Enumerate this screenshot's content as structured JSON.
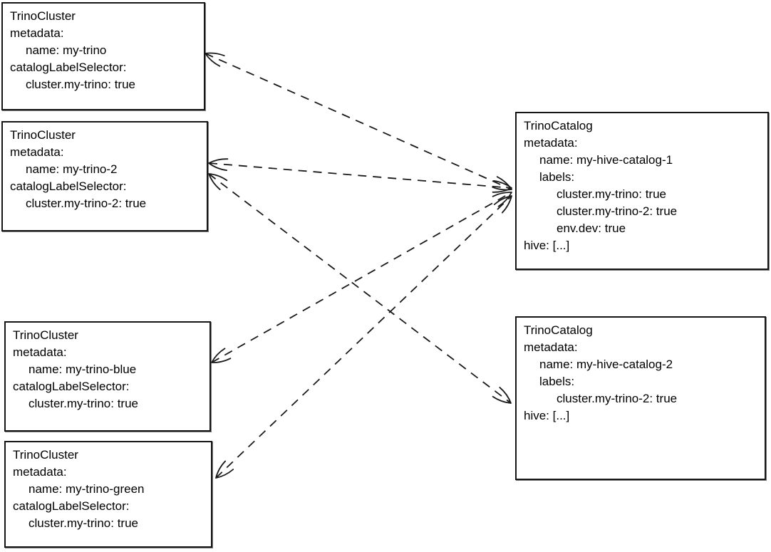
{
  "diagram": {
    "colors": {
      "stroke": "#1a1a1a",
      "text": "#000000",
      "background": "#ffffff"
    },
    "boxes": [
      {
        "id": "trino-cluster-my-trino",
        "lines": [
          "TrinoCluster",
          "metadata:",
          "name: my-trino",
          "catalogLabelSelector:",
          "cluster.my-trino: true"
        ]
      },
      {
        "id": "trino-cluster-my-trino-2",
        "lines": [
          "TrinoCluster",
          "metadata:",
          "name: my-trino-2",
          "catalogLabelSelector:",
          "cluster.my-trino-2: true"
        ]
      },
      {
        "id": "trino-cluster-my-trino-blue",
        "lines": [
          "TrinoCluster",
          "metadata:",
          "name: my-trino-blue",
          "catalogLabelSelector:",
          "cluster.my-trino: true"
        ]
      },
      {
        "id": "trino-cluster-my-trino-green",
        "lines": [
          "TrinoCluster",
          "metadata:",
          "name: my-trino-green",
          "catalogLabelSelector:",
          "cluster.my-trino: true"
        ]
      },
      {
        "id": "trino-catalog-my-hive-catalog-1",
        "lines": [
          "TrinoCatalog",
          "metadata:",
          "name: my-hive-catalog-1",
          "labels:",
          "cluster.my-trino: true",
          "cluster.my-trino-2: true",
          "env.dev: true",
          "hive: [...]"
        ]
      },
      {
        "id": "trino-catalog-my-hive-catalog-2",
        "lines": [
          "TrinoCatalog",
          "metadata:",
          "name: my-hive-catalog-2",
          "labels:",
          "cluster.my-trino-2: true",
          "hive: [...]"
        ]
      }
    ],
    "edges": [
      {
        "from": "my-trino",
        "to": "my-hive-catalog-1",
        "style": "dashed",
        "arrowheads": "both"
      },
      {
        "from": "my-trino-2",
        "to": "my-hive-catalog-1",
        "style": "dashed",
        "arrowheads": "both"
      },
      {
        "from": "my-trino-2",
        "to": "my-hive-catalog-2",
        "style": "dashed",
        "arrowheads": "both"
      },
      {
        "from": "my-trino-blue",
        "to": "my-hive-catalog-1",
        "style": "dashed",
        "arrowheads": "both"
      },
      {
        "from": "my-trino-green",
        "to": "my-hive-catalog-1",
        "style": "dashed",
        "arrowheads": "both"
      }
    ]
  }
}
